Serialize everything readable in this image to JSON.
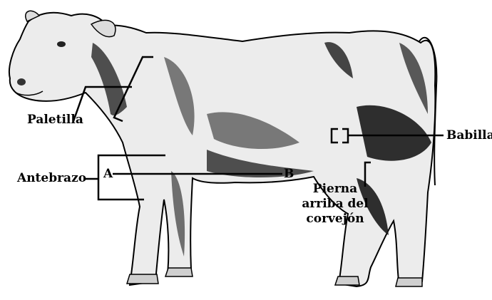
{
  "labels": {
    "paletilla": "Paletilla",
    "antebrazo": "Antebrazo",
    "a": "A",
    "b": "B",
    "babilla": "Babilla",
    "pierna_1": "Pierna",
    "pierna_2": "arriba del",
    "pierna_3": "corvejón"
  },
  "colors": {
    "ink": "#000000",
    "body_fill": "#ececec",
    "muscle_dark": "#1a1a1a",
    "muscle_mid": "#6e6e6e",
    "background": "#ffffff"
  }
}
